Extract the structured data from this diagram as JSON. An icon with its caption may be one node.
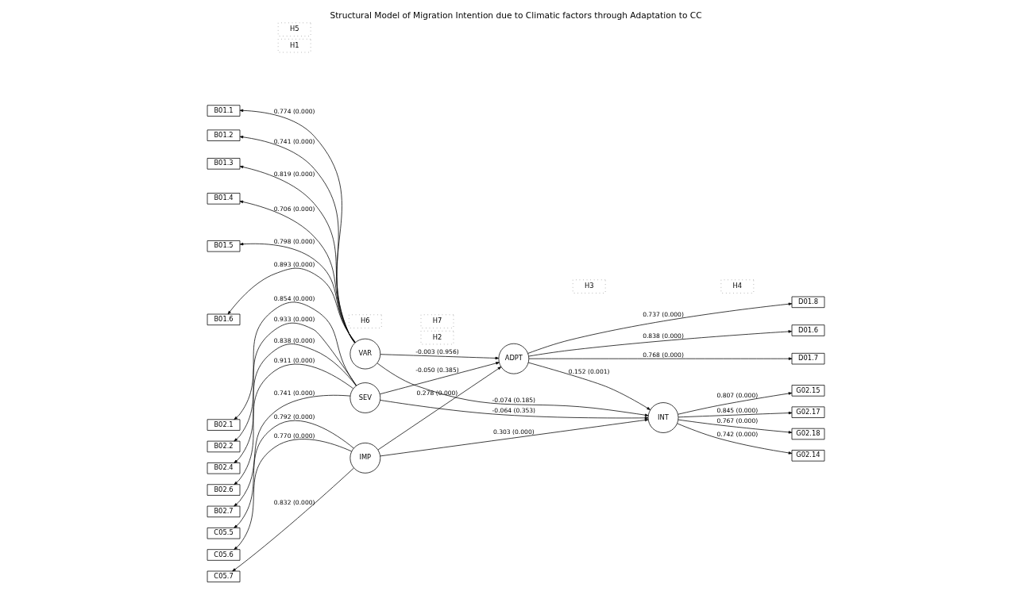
{
  "diagram": {
    "title": "Structural Model of Migration Intention due to Climatic factors through Adaptation to CC",
    "nodes": [
      {
        "text": [
          "VAR"
        ]
      },
      {
        "text": [
          "B01.1"
        ]
      },
      {
        "text": [
          "B01.2"
        ]
      },
      {
        "text": [
          "B01.3"
        ]
      },
      {
        "text": [
          "B01.4"
        ]
      },
      {
        "text": [
          "B01.5"
        ]
      },
      {
        "text": [
          "B01.6"
        ]
      },
      {
        "text": [
          "SEV"
        ]
      },
      {
        "text": [
          "B02.1"
        ]
      },
      {
        "text": [
          "B02.2"
        ]
      },
      {
        "text": [
          "B02.4"
        ]
      },
      {
        "text": [
          "B02.6"
        ]
      },
      {
        "text": [
          "B02.7"
        ]
      },
      {
        "text": [
          "IMP"
        ]
      },
      {
        "text": [
          "C05.5"
        ]
      },
      {
        "text": [
          "C05.6"
        ]
      },
      {
        "text": [
          "C05.7"
        ]
      },
      {
        "text": [
          "ADPT"
        ]
      },
      {
        "text": [
          "D01.6"
        ]
      },
      {
        "text": [
          "D01.7"
        ]
      },
      {
        "text": [
          "D01.8"
        ]
      },
      {
        "text": [
          "INT"
        ]
      },
      {
        "text": [
          "G02.14"
        ]
      },
      {
        "text": [
          "G02.15"
        ]
      },
      {
        "text": [
          "G02.17"
        ]
      },
      {
        "text": [
          "G02.18"
        ]
      },
      {
        "text": [
          "H1"
        ]
      },
      {
        "text": [
          "H2"
        ]
      },
      {
        "text": [
          "H3"
        ]
      },
      {
        "text": [
          "H4"
        ]
      },
      {
        "text": [
          "H5"
        ]
      },
      {
        "text": [
          "H6"
        ]
      },
      {
        "text": [
          "H7"
        ]
      }
    ],
    "edges": [
      {
        "from": 0,
        "to": 1,
        "arrow": "to",
        "label": "0.774 (0.000)"
      },
      {
        "from": 0,
        "to": 2,
        "arrow": "to",
        "label": "0.741 (0.000)"
      },
      {
        "from": 0,
        "to": 3,
        "arrow": "to",
        "label": "0.819 (0.000)"
      },
      {
        "from": 0,
        "to": 4,
        "arrow": "to",
        "label": "0.706 (0.000)"
      },
      {
        "from": 0,
        "to": 5,
        "arrow": "to",
        "label": "0.798 (0.000)"
      },
      {
        "from": 0,
        "to": 6,
        "arrow": "to",
        "label": "0.893 (0.000)"
      },
      {
        "from": 7,
        "to": 8,
        "arrow": "to",
        "label": "0.854 (0.000)"
      },
      {
        "from": 7,
        "to": 9,
        "arrow": "to",
        "label": "0.933 (0.000)"
      },
      {
        "from": 7,
        "to": 10,
        "arrow": "to",
        "label": "0.838 (0.000)"
      },
      {
        "from": 7,
        "to": 11,
        "arrow": "to",
        "label": "0.911 (0.000)"
      },
      {
        "from": 7,
        "to": 12,
        "arrow": "to",
        "label": "0.741 (0.000)"
      },
      {
        "from": 13,
        "to": 14,
        "arrow": "to",
        "label": "0.792 (0.000)"
      },
      {
        "from": 13,
        "to": 15,
        "arrow": "to",
        "label": "0.770 (0.000)"
      },
      {
        "from": 13,
        "to": 16,
        "arrow": "to",
        "label": "0.832 (0.000)"
      },
      {
        "from": 17,
        "to": 18,
        "arrow": "to",
        "label": "0.838 (0.000)"
      },
      {
        "from": 17,
        "to": 19,
        "arrow": "to",
        "label": "0.768 (0.000)"
      },
      {
        "from": 17,
        "to": 20,
        "arrow": "to",
        "label": "0.737 (0.000)"
      },
      {
        "from": 21,
        "to": 22,
        "arrow": "to",
        "label": "0.742 (0.000)"
      },
      {
        "from": 21,
        "to": 23,
        "arrow": "to",
        "label": "0.807 (0.000)"
      },
      {
        "from": 21,
        "to": 24,
        "arrow": "to",
        "label": "0.845 (0.000)"
      },
      {
        "from": 21,
        "to": 25,
        "arrow": "to",
        "label": "0.767 (0.000)"
      },
      {
        "from": 0,
        "to": 17,
        "arrow": "to",
        "label": "-0.003 (0.956)"
      },
      {
        "from": 0,
        "to": 21,
        "arrow": "to",
        "label": "-0.074 (0.185)"
      },
      {
        "from": 7,
        "to": 17,
        "arrow": "to",
        "label": "-0.050 (0.385)"
      },
      {
        "from": 7,
        "to": 21,
        "arrow": "to",
        "label": "-0.064 (0.353)"
      },
      {
        "from": 13,
        "to": 17,
        "arrow": "to",
        "label": "0.278 (0.000)"
      },
      {
        "from": 13,
        "to": 21,
        "arrow": "to",
        "label": "0.303 (0.000)"
      },
      {
        "from": 17,
        "to": 21,
        "arrow": "to",
        "label": "0.152 (0.001)"
      }
    ]
  }
}
